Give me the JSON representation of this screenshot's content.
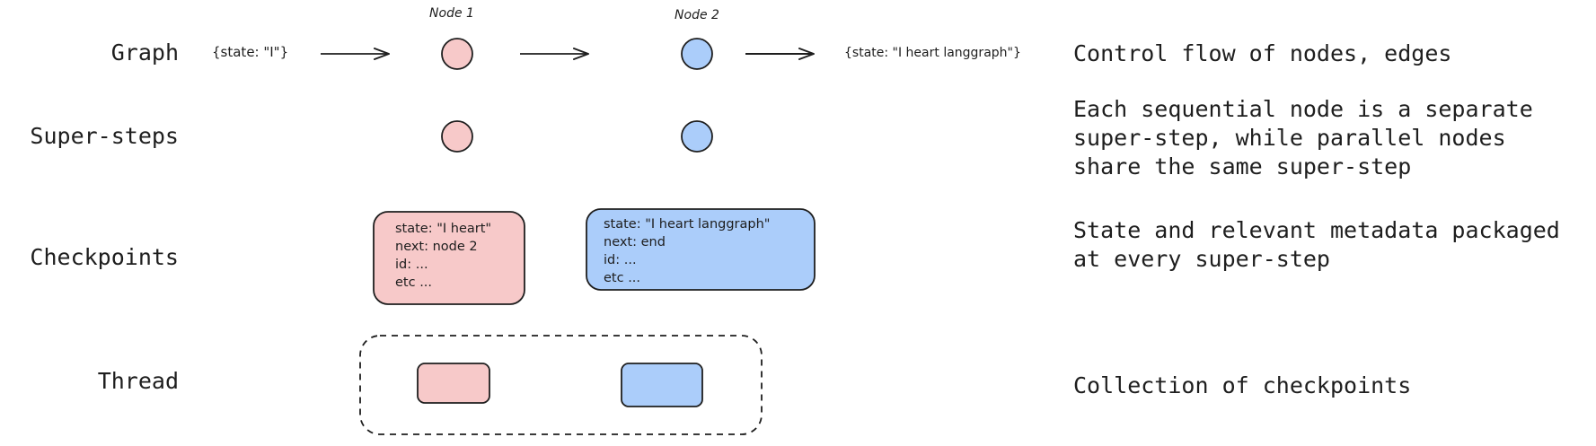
{
  "rows": {
    "graph": "Graph",
    "supersteps": "Super-steps",
    "checkpoints": "Checkpoints",
    "thread": "Thread"
  },
  "graph": {
    "input_state": "{state: \"I\"}",
    "node1_label": "Node 1",
    "node2_label": "Node 2",
    "output_state": "{state: \"I heart langgraph\"}"
  },
  "checkpoints": {
    "checkpoint1": {
      "state": "state: \"I heart\"",
      "next": "next: node 2",
      "id": "id: ...",
      "etc": "etc ..."
    },
    "checkpoint2": {
      "state": "state: \"I heart langgraph\"",
      "next": "next: end",
      "id": "id: ...",
      "etc": "etc ..."
    }
  },
  "descriptions": {
    "graph": "Control flow of nodes, edges",
    "supersteps": [
      "Each sequential node is a separate",
      "super-step, while parallel nodes",
      "share the same super-step"
    ],
    "checkpoints": [
      "State and relevant metadata packaged",
      "at every super-step"
    ],
    "thread": "Collection of checkpoints"
  },
  "colors": {
    "node1_fill": "#f7c9c9",
    "node2_fill": "#abcdfa",
    "stroke": "#1e1e1e"
  }
}
